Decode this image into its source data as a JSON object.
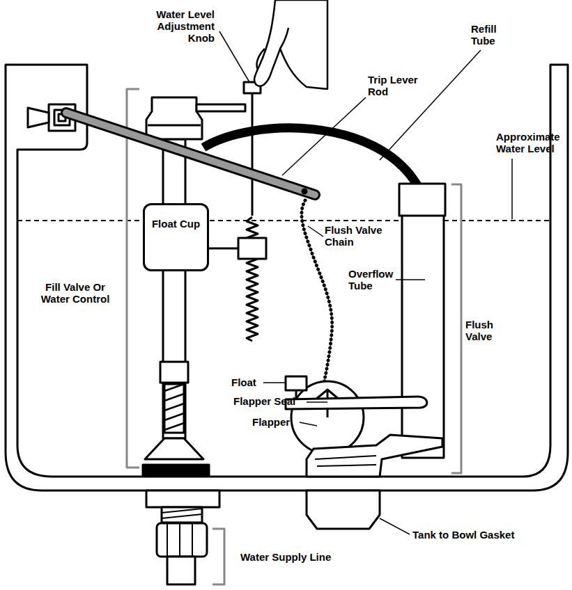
{
  "diagram": {
    "nodes": [
      {
        "text": [
          "Float Cup"
        ]
      }
    ],
    "labels": [
      "Water Level Adjustment Knob",
      "Trip Lever Rod",
      "Refill Tube",
      "Approximate Water Level",
      "Fill Valve Or Water Control",
      "Flush Valve Chain",
      "Overflow Tube",
      "Flush Valve",
      "Float",
      "Flapper Seal",
      "Flapper",
      "Tank to Bowl Gasket",
      "Water Supply Line"
    ]
  }
}
